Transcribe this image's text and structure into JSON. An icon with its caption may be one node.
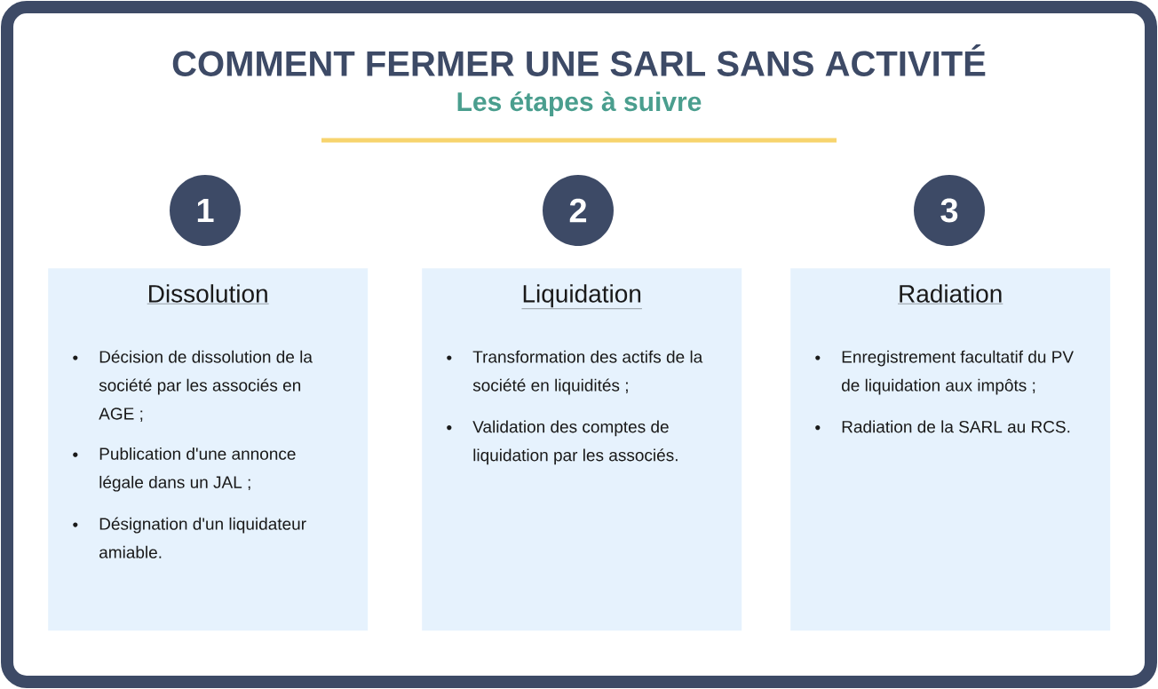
{
  "diagram": {
    "title": "COMMENT FERMER UNE SARL SANS ACTIVITÉ",
    "nodes": [
      {
        "text": [
          "1"
        ]
      },
      {
        "text": [
          "2"
        ]
      },
      {
        "text": [
          "3"
        ]
      },
      {
        "text": [
          "Dissolution",
          "Décision de dissolution de la société par les associés en AGE ;",
          "Publication d'une annonce légale dans un JAL ;",
          "Désignation d'un liquidateur amiable."
        ]
      },
      {
        "text": [
          "Liquidation",
          "Transformation des actifs de la société en liquidités ;",
          "Validation des comptes de liquidation par les associés."
        ]
      },
      {
        "text": [
          "Radiation",
          "Enregistrement facultatif du PV de liquidation aux impôts ;",
          "Radiation de la SARL au RCS."
        ]
      }
    ],
    "labels": [
      "Les étapes à suivre"
    ]
  }
}
